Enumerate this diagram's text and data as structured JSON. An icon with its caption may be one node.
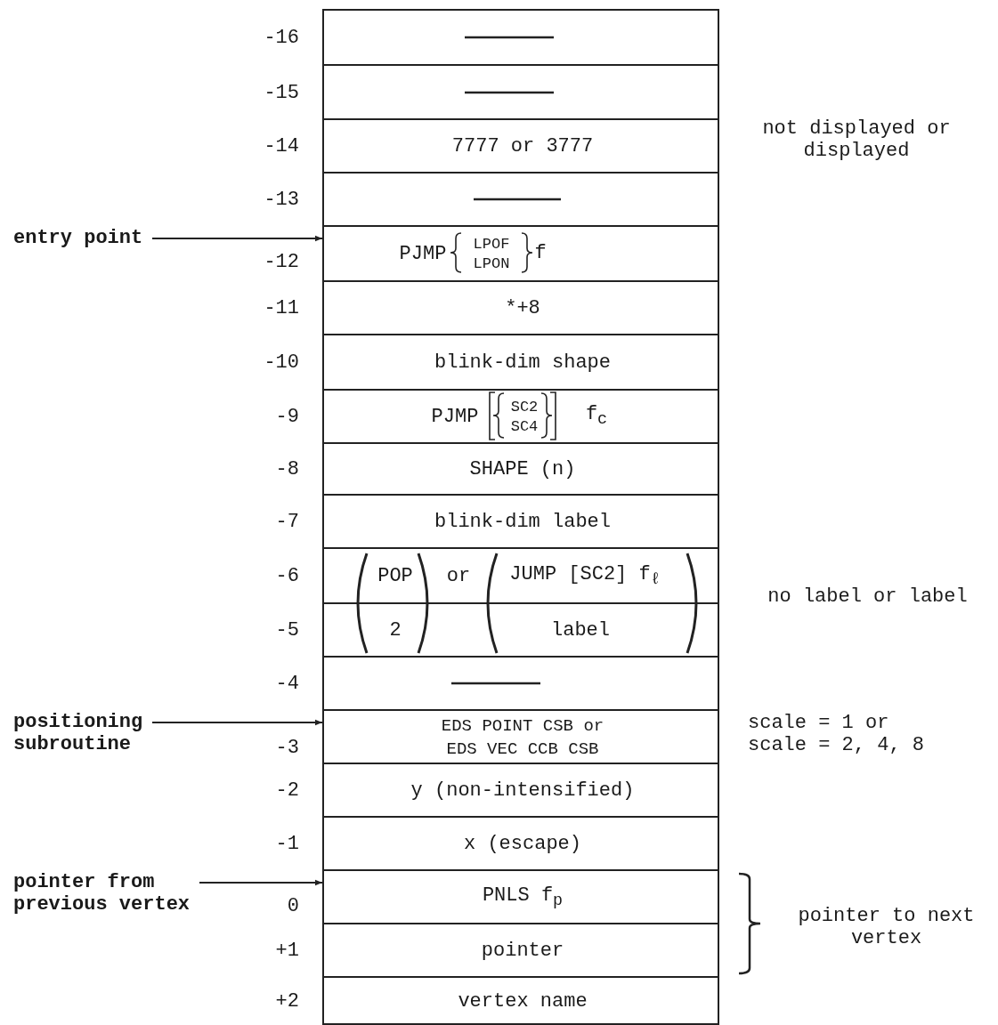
{
  "diagram": {
    "nodes": [
      {
        "text": [],
        "shape": "box",
        "beside": [
          "-16"
        ]
      },
      {
        "text": [],
        "shape": "box",
        "beside": [
          "-15"
        ]
      },
      {
        "text": [
          "7777 or 3777"
        ],
        "beside": [
          "-14"
        ]
      },
      {
        "text": [],
        "shape": "box",
        "beside": [
          "-13"
        ]
      },
      {
        "text": [
          "PJMP",
          "LPOF",
          "LPON",
          "f"
        ],
        "beside": [
          "-12"
        ]
      },
      {
        "text": [
          "*+8"
        ],
        "beside": [
          "-11"
        ]
      },
      {
        "text": [
          "blink-dim shape"
        ],
        "beside": [
          "-10"
        ]
      },
      {
        "text": [
          "PJMP",
          "SC2",
          "SC4",
          "f$_{c}$"
        ],
        "beside": [
          "-9"
        ]
      },
      {
        "text": [
          "SHAPE (n)"
        ],
        "beside": [
          "-8"
        ]
      },
      {
        "text": [
          "blink-dim label"
        ],
        "beside": [
          "-7"
        ]
      },
      {
        "text": [
          "POP",
          "or",
          "JUMP [SC2] f$_{ℓ}$"
        ],
        "beside": [
          "-6"
        ]
      },
      {
        "text": [
          "2",
          "label"
        ],
        "beside": [
          "-5"
        ]
      },
      {
        "text": [],
        "shape": "box",
        "beside": [
          "-4"
        ]
      },
      {
        "text": [
          "EDS POINT CSB  or",
          "EDS VEC CCB CSB"
        ],
        "beside": [
          "-3"
        ]
      },
      {
        "text": [
          "y (non-intensified)"
        ],
        "beside": [
          "-2"
        ]
      },
      {
        "text": [
          "x (escape)"
        ],
        "beside": [
          "-1"
        ]
      },
      {
        "text": [
          "PNLS f$_{p}$"
        ],
        "beside": [
          "0"
        ]
      },
      {
        "text": [
          "pointer"
        ],
        "beside": [
          "+1"
        ]
      },
      {
        "text": [
          "vertex name"
        ],
        "beside": [
          "+2"
        ]
      },
      {
        "text": [
          "entry point"
        ]
      },
      {
        "text": [
          "positioning subroutine"
        ]
      },
      {
        "text": [
          "pointer from previous vertex"
        ]
      }
    ],
    "edges": [
      {
        "from": 19,
        "to": 4,
        "arrow": "to"
      },
      {
        "from": 20,
        "to": 13,
        "arrow": "to"
      },
      {
        "from": 21,
        "to": 16,
        "arrow": "to"
      }
    ],
    "labels": [
      "not displayed or displayed",
      "no label or label",
      "scale = 1 or scale = 2, 4, 8",
      "pointer to next vertex"
    ]
  }
}
